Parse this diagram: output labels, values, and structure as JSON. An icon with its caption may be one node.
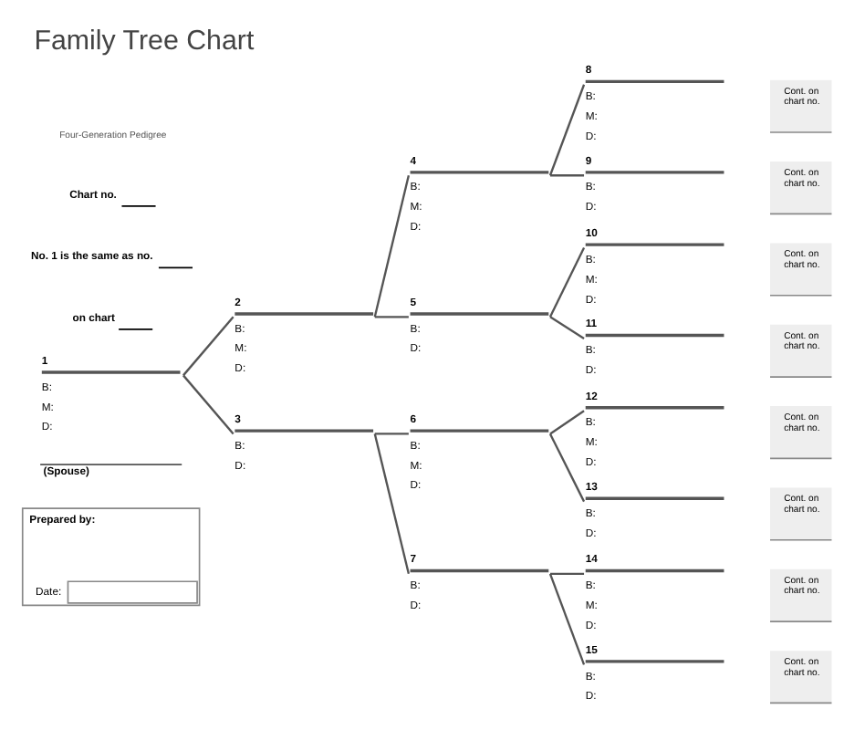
{
  "diagram": {
    "title": "Family Tree Chart",
    "nodes": [
      {
        "text": [
          "1",
          "B:",
          "M:",
          "D:"
        ]
      },
      {
        "text": [
          "2",
          "B:",
          "M:",
          "D:"
        ]
      },
      {
        "text": [
          "3",
          "B:",
          "D:"
        ]
      },
      {
        "text": [
          "4",
          "B:",
          "M:",
          "D:"
        ]
      },
      {
        "text": [
          "5",
          "B:",
          "D:"
        ]
      },
      {
        "text": [
          "6",
          "B:",
          "M:",
          "D:"
        ]
      },
      {
        "text": [
          "7",
          "B:",
          "D:"
        ]
      },
      {
        "text": [
          "8",
          "B:",
          "M:",
          "D:"
        ]
      },
      {
        "text": [
          "9",
          "B:",
          "D:"
        ]
      },
      {
        "text": [
          "10",
          "B:",
          "M:",
          "D:"
        ]
      },
      {
        "text": [
          "11",
          "B:",
          "D:"
        ]
      },
      {
        "text": [
          "12",
          "B:",
          "M:",
          "D:"
        ]
      },
      {
        "text": [
          "13",
          "B:",
          "D:"
        ]
      },
      {
        "text": [
          "14",
          "B:",
          "M:",
          "D:"
        ]
      },
      {
        "text": [
          "15",
          "B:",
          "D:"
        ]
      },
      {
        "text": [
          "Cont. on chart no."
        ]
      },
      {
        "text": [
          "Cont. on chart no."
        ]
      },
      {
        "text": [
          "Cont. on chart no."
        ]
      },
      {
        "text": [
          "Cont. on chart no."
        ]
      },
      {
        "text": [
          "Cont. on chart no."
        ]
      },
      {
        "text": [
          "Cont. on chart no."
        ]
      },
      {
        "text": [
          "Cont. on chart no."
        ]
      },
      {
        "text": [
          "Cont. on chart no."
        ]
      },
      {
        "text": [
          "Prepared by:",
          "Date:"
        ]
      }
    ],
    "edges": [
      {
        "from": 0,
        "to": 1,
        "arrow": "none"
      },
      {
        "from": 0,
        "to": 2,
        "arrow": "none"
      },
      {
        "from": 1,
        "to": 3,
        "arrow": "none"
      },
      {
        "from": 1,
        "to": 4,
        "arrow": "none"
      },
      {
        "from": 2,
        "to": 5,
        "arrow": "none"
      },
      {
        "from": 2,
        "to": 6,
        "arrow": "none"
      },
      {
        "from": 3,
        "to": 7,
        "arrow": "none"
      },
      {
        "from": 3,
        "to": 8,
        "arrow": "none"
      },
      {
        "from": 4,
        "to": 9,
        "arrow": "none"
      },
      {
        "from": 4,
        "to": 10,
        "arrow": "none"
      },
      {
        "from": 5,
        "to": 11,
        "arrow": "none"
      },
      {
        "from": 5,
        "to": 12,
        "arrow": "none"
      },
      {
        "from": 6,
        "to": 13,
        "arrow": "none"
      },
      {
        "from": 6,
        "to": 14,
        "arrow": "none"
      }
    ],
    "labels": [
      "Four-Generation Pedigree",
      "Chart no.",
      "No. 1 is the same as no.",
      "on chart",
      "(Spouse)"
    ]
  }
}
